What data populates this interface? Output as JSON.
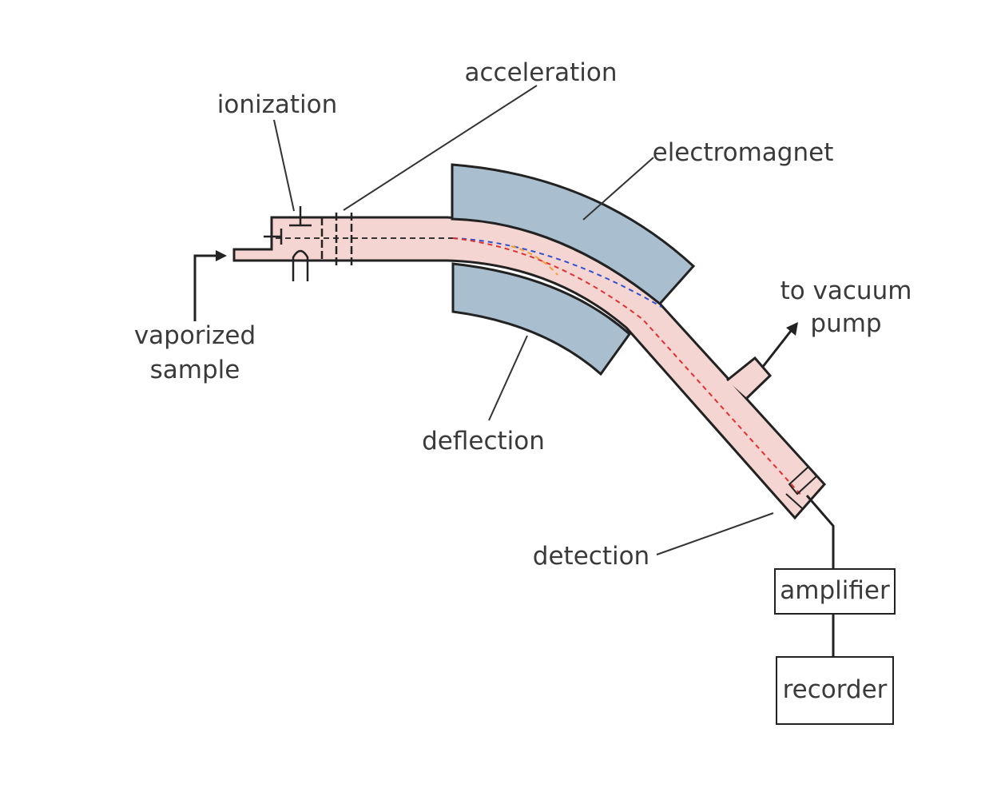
{
  "labels": {
    "ionization": "ionization",
    "acceleration": "acceleration",
    "electromagnet": "electromagnet",
    "vacuum_line1": "to vacuum",
    "vacuum_line2": "pump",
    "vaporized_line1": "vaporized",
    "vaporized_line2": "sample",
    "deflection": "deflection",
    "detection": "detection",
    "amplifier": "amplifier",
    "recorder": "recorder"
  },
  "colors": {
    "tube_fill": "#f5d5d1",
    "magnet_fill": "#a9bfcf",
    "outline": "#222222",
    "leader_line": "#333333",
    "path_red": "#e03030",
    "path_blue": "#3050d0",
    "path_orange": "#f0a030"
  }
}
